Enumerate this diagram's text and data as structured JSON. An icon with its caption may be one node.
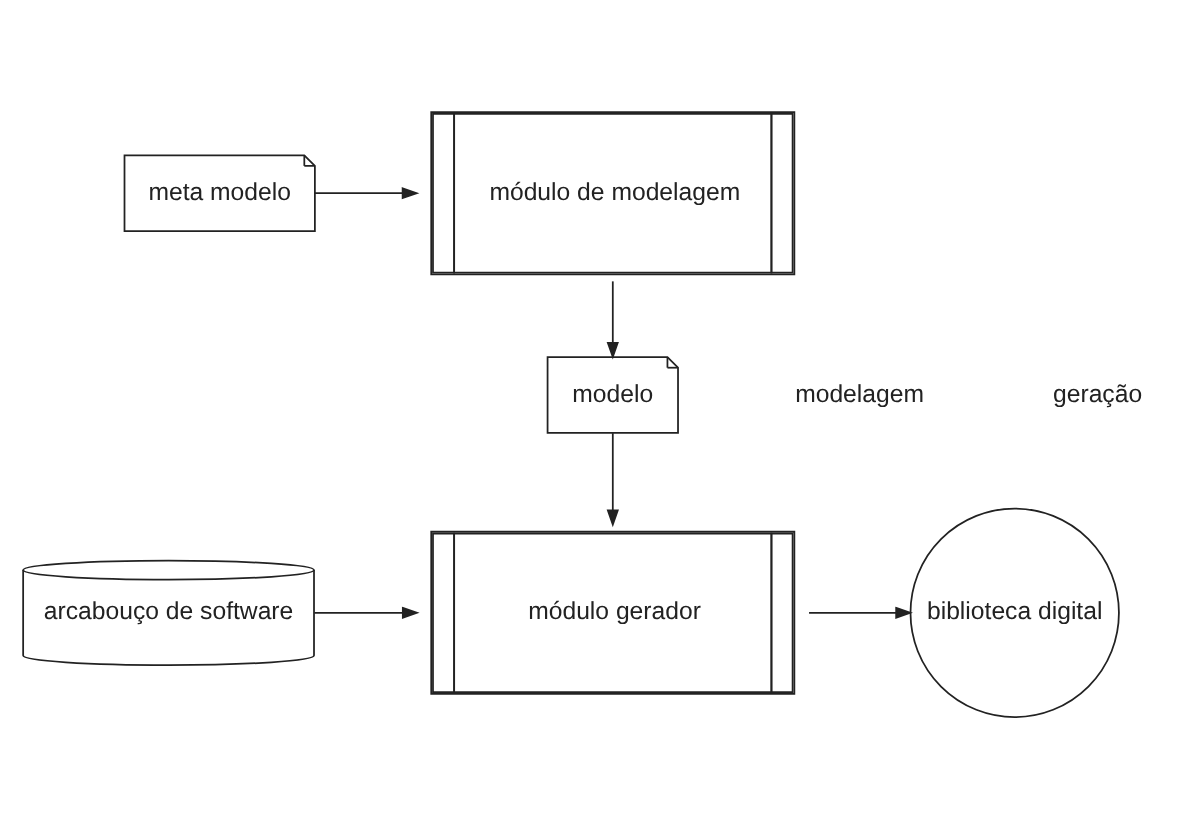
{
  "diagram": {
    "nodes": [
      {
        "text": [
          "meta modelo"
        ]
      },
      {
        "text": [
          "módulo de modelagem"
        ]
      },
      {
        "text": [
          "modelo"
        ]
      },
      {
        "text": [
          "arcabouço de software"
        ]
      },
      {
        "text": [
          "módulo gerador"
        ]
      },
      {
        "text": [
          "biblioteca digital"
        ]
      }
    ],
    "edges": [
      {
        "from": 0,
        "to": 1,
        "arrow": "to"
      },
      {
        "from": 1,
        "to": 2,
        "arrow": "to"
      },
      {
        "from": 2,
        "to": 4,
        "arrow": "to"
      },
      {
        "from": 3,
        "to": 4,
        "arrow": "to"
      },
      {
        "from": 4,
        "to": 5,
        "arrow": "to"
      }
    ],
    "labels": [
      "modelagem",
      "geração"
    ]
  }
}
